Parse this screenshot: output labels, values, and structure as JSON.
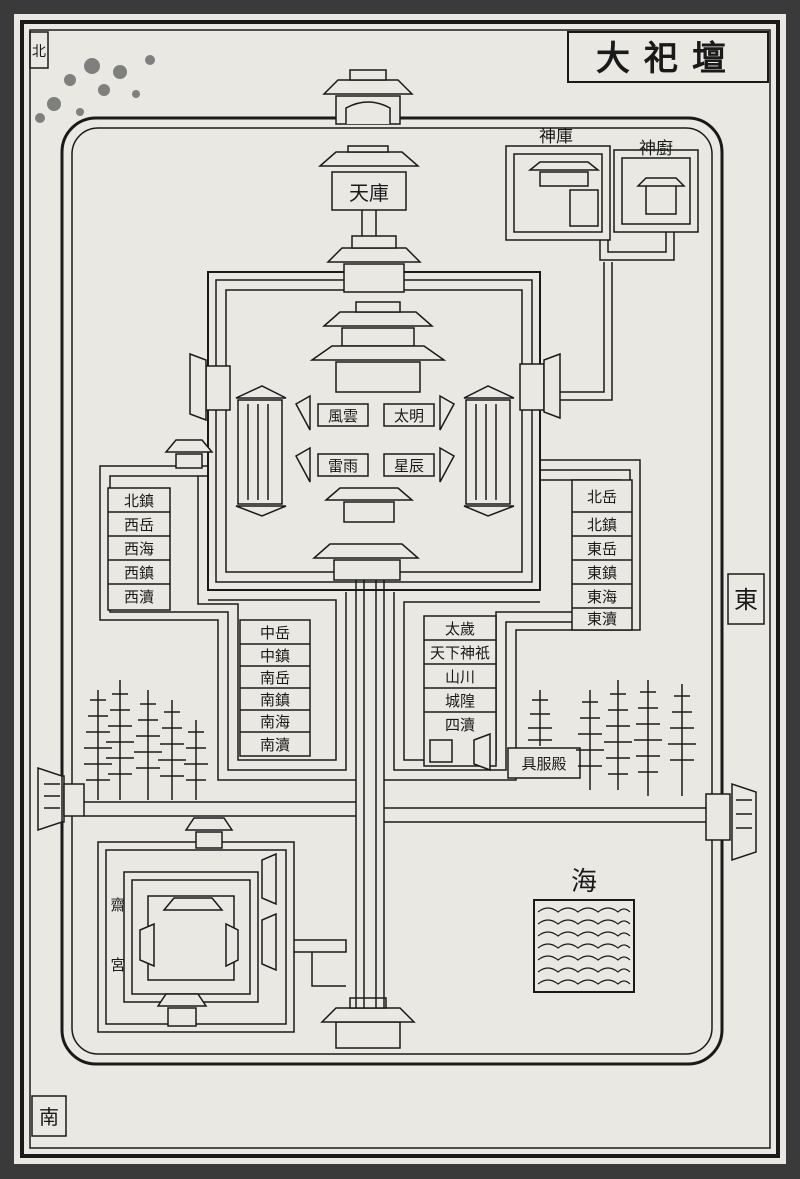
{
  "map": {
    "title": "大祀壇",
    "directions": {
      "north": "北",
      "south": "南",
      "east": "東"
    },
    "buildings": {
      "heaven_storehouse": "天庫",
      "spirit_storehouse": "神庫",
      "spirit_kitchen": "神廚",
      "altar_left_top": "風雲",
      "altar_left_bottom": "雷雨",
      "altar_right_top": "太明",
      "altar_right_bottom": "星辰",
      "fasting_palace": "齋宮",
      "hall_outer": "具服殿"
    },
    "tablets": {
      "west": [
        "西岳",
        "西鎮",
        "西海",
        "西瀆",
        "北鎮"
      ],
      "east": [
        "北岳",
        "北鎮",
        "東岳",
        "東鎮",
        "東海",
        "東瀆"
      ],
      "center_left": [
        "中岳",
        "中鎮",
        "南岳",
        "南鎮",
        "南海",
        "南瀆"
      ],
      "center_right": [
        "太歲",
        "天下神祇",
        "山川",
        "城隍",
        "四瀆"
      ]
    },
    "features": {
      "sea": "海"
    }
  },
  "colors": {
    "paper": "#e9e8e3",
    "ink": "#1a1a1a",
    "frame": "#2e2e2e"
  }
}
